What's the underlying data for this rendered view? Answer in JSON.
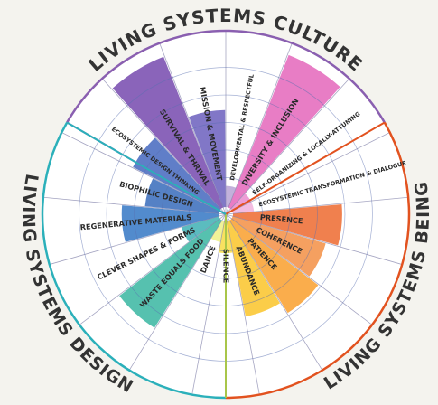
{
  "titles": {
    "culture": "LIVING SYSTEMS CULTURE",
    "being": "LIVING SYSTEMS BEING",
    "design": "LIVING SYSTEMS DESIGN"
  },
  "quadrant_colors": {
    "culture": "#8a5fb0",
    "being": "#e2521f",
    "design": "#2bb0ba",
    "bottom": "#a9c64a"
  },
  "segments": [
    {
      "key": "developmental",
      "label": "DEVELOPMENTAL & RESPECTFUL",
      "color": "#b9a6d6",
      "level": 0.12
    },
    {
      "key": "diversity",
      "label": "DIVERSITY & INCLUSION",
      "color": "#e56bbd",
      "level": 0.93
    },
    {
      "key": "self-organizing",
      "label": "SELF-ORGANIZING & LOCALLY-ATTUNING",
      "color": "#eb8fcf",
      "level": 0.12
    },
    {
      "key": "ecosystemic-transformation",
      "label": "ECOSYSTEMIC TRANSFORMATION & DIALOGUE",
      "color": "#f1b3dd",
      "level": 0.12
    },
    {
      "key": "presence",
      "label": "PRESENCE",
      "color": "#ee6e36",
      "level": 0.62
    },
    {
      "key": "coherence",
      "label": "COHERENCE",
      "color": "#f4934a",
      "level": 0.55
    },
    {
      "key": "patience",
      "label": "PATIENCE",
      "color": "#f9a233",
      "level": 0.62
    },
    {
      "key": "abundance",
      "label": "ABUNDANCE",
      "color": "#fbc630",
      "level": 0.55
    },
    {
      "key": "silence",
      "label": "SILENCE",
      "color": "#f7dd4a",
      "level": 0.18
    },
    {
      "key": "dance",
      "label": "DANCE",
      "color": "#eef08a",
      "level": 0.12
    },
    {
      "key": "waste-equals-food",
      "label": "WASTE EQUALS FOOD",
      "color": "#3fb8a4",
      "level": 0.72
    },
    {
      "key": "clever-shapes",
      "label": "CLEVER SHAPES & FORMS",
      "color": "#44b3b6",
      "level": 0.22
    },
    {
      "key": "regenerative-materials",
      "label": "REGENERATIVE MATERIALS",
      "color": "#3a7bc6",
      "level": 0.55
    },
    {
      "key": "biophilic-design",
      "label": "BIOPHILIC DESIGN",
      "color": "#3d6fbd",
      "level": 0.42
    },
    {
      "key": "ecosystemic-design-thinking",
      "label": "ECOSYSTEMIC DESIGN THINKING",
      "color": "#4a6cc0",
      "level": 0.55
    },
    {
      "key": "survival-thrival",
      "label": "SURVIVAL & THRIVAL",
      "color": "#7a4fb0",
      "level": 0.92
    },
    {
      "key": "mission-movement",
      "label": "MISSION & MOVEMENT",
      "color": "#6f64bf",
      "level": 0.55
    }
  ]
}
